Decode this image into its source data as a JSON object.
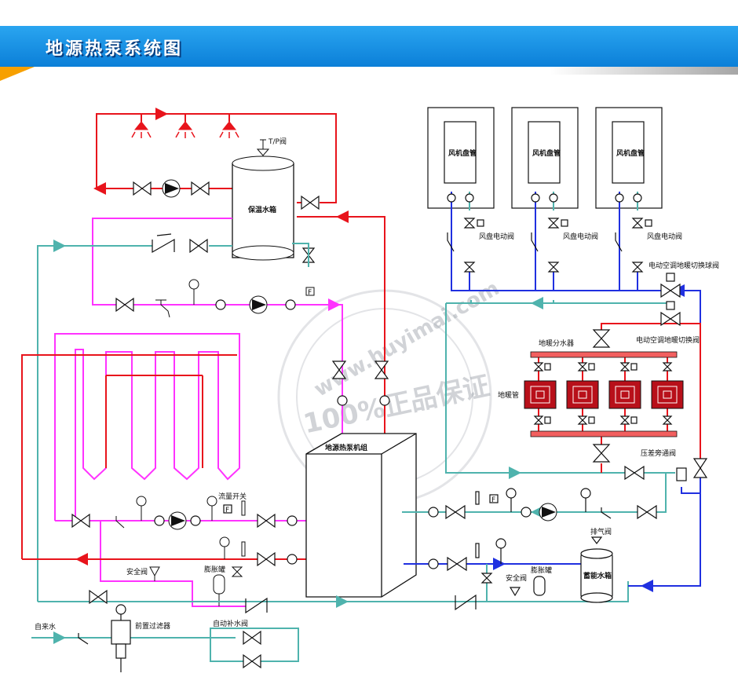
{
  "header": {
    "title": "地源热泵系统图"
  },
  "colors": {
    "hot_supply": "#e8141c",
    "hot_return": "#ff33ff",
    "cold": "#2030e0",
    "water": "#4fb3ad",
    "banner": "#1a8fe3"
  },
  "labels": {
    "tp_valve": "T/P阀",
    "hot_water_tank": "保温水箱",
    "fan_coil_1": "风机盘管",
    "fan_coil_2": "风机盘管",
    "fan_coil_3": "风机盘管",
    "fan_valve_1": "风盘电动阀",
    "fan_valve_2": "风盘电动阀",
    "fan_valve_3": "风盘电动阀",
    "switch_ball_valve": "电动空调地暖切换球阀",
    "switch_valve": "电动空调地暖切换阀",
    "floor_manifold": "地暖分水器",
    "floor_coil": "地暖管",
    "heat_pump_unit": "地源热泵机组",
    "flow_switch": "流量开关",
    "diff_bypass_valve": "压差旁通阀",
    "vent_valve": "排气阀",
    "safety_valve_1": "安全阀",
    "safety_valve_2": "安全阀",
    "expansion_tank_1": "膨胀罐",
    "expansion_tank_2": "膨胀罐",
    "buffer_tank": "蓄能水箱",
    "tap_water": "自来水",
    "prefilter": "前置过滤器",
    "auto_makeup_valve": "自动补水阀",
    "tp_gauge_f": "F"
  },
  "watermark": {
    "site": "www.huyimai.com",
    "guarantee": "100%正品保证"
  }
}
